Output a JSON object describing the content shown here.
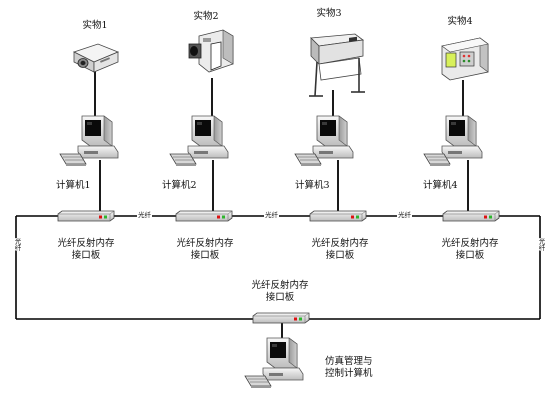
{
  "devices": [
    {
      "label": "实物1",
      "icon": "projector-icon"
    },
    {
      "label": "实物2",
      "icon": "camcorder-icon"
    },
    {
      "label": "实物3",
      "icon": "plotter-icon"
    },
    {
      "label": "实物4",
      "icon": "control-box-icon"
    }
  ],
  "computers": [
    {
      "label": "计算机1",
      "icon": "computer-icon"
    },
    {
      "label": "计算机2",
      "icon": "computer-icon"
    },
    {
      "label": "计算机3",
      "icon": "computer-icon"
    },
    {
      "label": "计算机4",
      "icon": "computer-icon"
    }
  ],
  "boards": [
    {
      "line1": "光纤反射内存",
      "line2": "接口板"
    },
    {
      "line1": "光纤反射内存",
      "line2": "接口板"
    },
    {
      "line1": "光纤反射内存",
      "line2": "接口板"
    },
    {
      "line1": "光纤反射内存",
      "line2": "接口板"
    }
  ],
  "center_board": {
    "line1": "光纤反射内存",
    "line2": "接口板"
  },
  "host": {
    "line1": "仿真管理与",
    "line2": "控制计算机",
    "icon": "computer-icon"
  },
  "fiber_label": "光纤",
  "colors": {
    "line": "#000000",
    "device_fill": "#e6e6e6",
    "screen": "#0a0a0a",
    "led_green": "#2db52d",
    "led_red": "#d11"
  }
}
